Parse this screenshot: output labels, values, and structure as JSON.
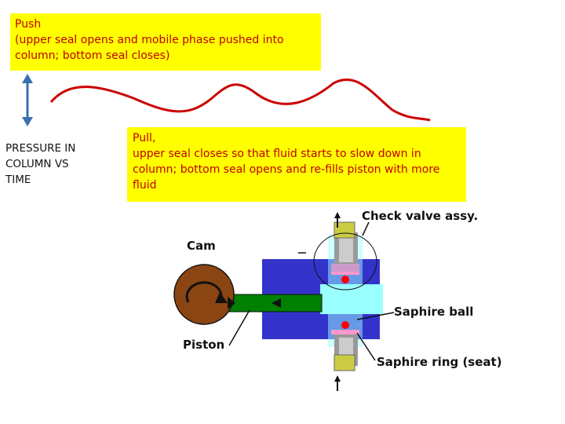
{
  "push_callout": {
    "lines": [
      "Push",
      "(upper seal opens and mobile phase pushed into",
      "column; bottom seal closes)"
    ]
  },
  "pull_callout": {
    "lines": [
      "Pull,",
      "upper seal closes so that fluid starts to slow down in",
      "column; bottom seal opens and re-fills piston with more",
      "fluid"
    ]
  },
  "pressure_label": {
    "lines": [
      "PRESSURE IN",
      "COLUMN  VS",
      "TIME"
    ]
  },
  "diagram_labels": {
    "check_valve": "Check valve assy.",
    "cam": "Cam",
    "piston": "Piston",
    "saphire_ball": "Saphire ball",
    "saphire_ring": "Saphire ring (seat)"
  },
  "colors": {
    "callout_bg": "#ffff00",
    "callout_text": "#c00000",
    "wave": "#cc0000",
    "arrow": "#3a6fb0",
    "pump_body": "#3333cc",
    "chamber": "#99ffff",
    "piston_rod": "#008000",
    "cam_disc": "#8b4513",
    "fitting": "#cccc44",
    "valve_ball": "#ff0000"
  }
}
